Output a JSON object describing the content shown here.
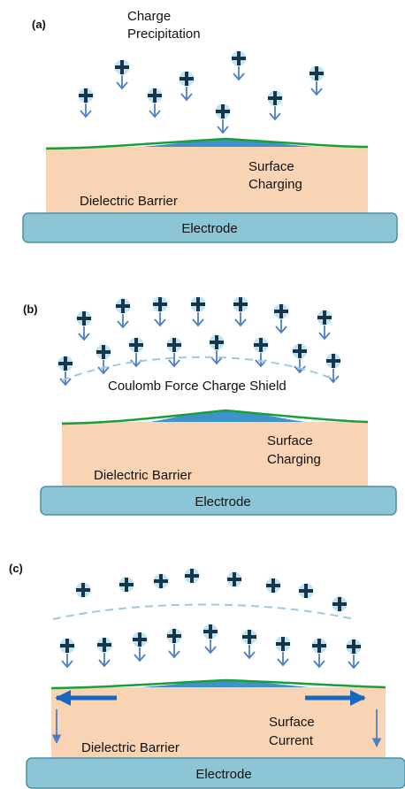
{
  "colors": {
    "dielectric": "#f8d4b4",
    "electrode": "#8cc6d6",
    "electrode_stroke": "#4f8ea2",
    "charge_fill": "#bfe3ef",
    "charge_symbol": "#16344a",
    "arrow": "#4c7fc4",
    "surface_line": "#1a9e3a",
    "charge_layer": "#3f93c8",
    "shield_line": "#9ec9e3",
    "current_arrow": "#1767c2"
  },
  "icons": {
    "charge": "positive-charge-icon",
    "fall_arrow": "down-arrow-icon",
    "current": "horizontal-arrow-icon"
  },
  "panels": [
    {
      "id": "a",
      "label": "(a)",
      "title_lines": [
        "Charge",
        "Precipitation"
      ],
      "barrier_label": "Dielectric Barrier",
      "surface_label_lines": [
        "Surface",
        "Charging"
      ],
      "electrode_label": "Electrode"
    },
    {
      "id": "b",
      "label": "(b)",
      "shield_label": "Coulomb Force Charge Shield",
      "barrier_label": "Dielectric Barrier",
      "surface_label_lines": [
        "Surface",
        "Charging"
      ],
      "electrode_label": "Electrode"
    },
    {
      "id": "c",
      "label": "(c)",
      "barrier_label": "Dielectric Barrier",
      "surface_label_lines": [
        "Surface",
        "Current"
      ],
      "electrode_label": "Electrode"
    }
  ]
}
